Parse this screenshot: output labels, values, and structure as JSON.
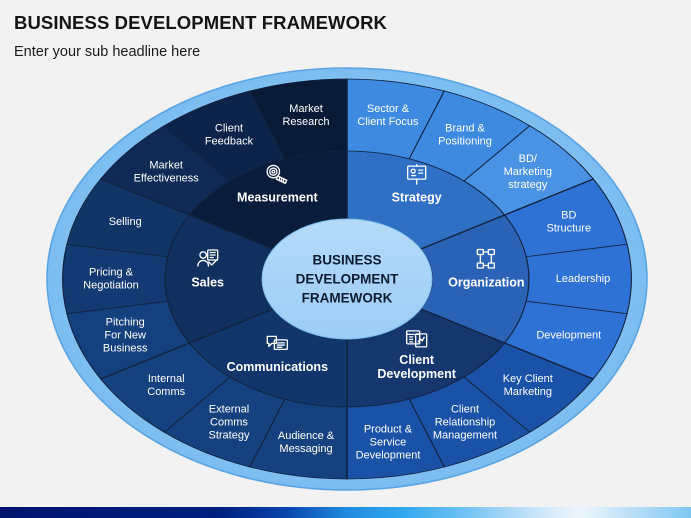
{
  "header": {
    "title": "BUSINESS DEVELOPMENT FRAMEWORK",
    "subtitle": "Enter your sub headline here"
  },
  "center": {
    "line1": "BUSINESS",
    "line2": "DEVELOPMENT",
    "line3": "FRAMEWORK",
    "fill": "#a8d2f7"
  },
  "colors": {
    "background": "#f2f2f2",
    "outer_ring_stroke": "#6fb2e8",
    "ring_fill": "#9ecdf5",
    "divider": "#12233f",
    "text": "#ffffff",
    "center_text": "#0d1b33"
  },
  "sectors": [
    {
      "key": "strategy",
      "label": "Strategy",
      "icon": "presentation-board-icon",
      "inner_fill": "#2f6fc4",
      "outer_fill": "#3d8ae0",
      "subs": [
        {
          "lines": [
            "Sector &",
            "Client Focus"
          ],
          "fill": "#3d8ae0"
        },
        {
          "lines": [
            "Brand &",
            "Positioning"
          ],
          "fill": "#3d8ae0"
        },
        {
          "lines": [
            "BD/",
            "Marketing",
            "strategy"
          ],
          "fill": "#4a93e4"
        }
      ]
    },
    {
      "key": "organization",
      "label": "Organization",
      "icon": "org-chart-icon",
      "inner_fill": "#2a62b5",
      "outer_fill": "#2f72d6",
      "subs": [
        {
          "lines": [
            "BD",
            "Structure"
          ],
          "fill": "#2f72d6"
        },
        {
          "lines": [
            "Leadership"
          ],
          "fill": "#2f72d6"
        },
        {
          "lines": [
            "Development"
          ],
          "fill": "#2f72d6"
        }
      ]
    },
    {
      "key": "client-development",
      "label": "Client Development",
      "label_lines": [
        "Client",
        "Development"
      ],
      "icon": "dashboard-icon",
      "inner_fill": "#15376e",
      "outer_fill": "#1a52a8",
      "subs": [
        {
          "lines": [
            "Key Client",
            "Marketing"
          ],
          "fill": "#1a52a8"
        },
        {
          "lines": [
            "Client",
            "Relationship",
            "Management"
          ],
          "fill": "#1a52a8"
        },
        {
          "lines": [
            "Product &",
            "Service",
            "Development"
          ],
          "fill": "#1a52a8"
        }
      ]
    },
    {
      "key": "communications",
      "label": "Communications",
      "icon": "chat-bubbles-icon",
      "inner_fill": "#12366c",
      "outer_fill": "#16417f",
      "subs": [
        {
          "lines": [
            "Audience &",
            "Messaging"
          ],
          "fill": "#16417f"
        },
        {
          "lines": [
            "External",
            "Comms",
            "Strategy"
          ],
          "fill": "#16417f"
        },
        {
          "lines": [
            "Internal",
            "Comms"
          ],
          "fill": "#16417f"
        }
      ]
    },
    {
      "key": "sales",
      "label": "Sales",
      "icon": "handshake-deal-icon",
      "inner_fill": "#10305f",
      "outer_fill": "#12386f",
      "subs": [
        {
          "lines": [
            "Pitching",
            "For New",
            "Business"
          ],
          "fill": "#15407e"
        },
        {
          "lines": [
            "Pricing &",
            "Negotiation"
          ],
          "fill": "#133a72"
        },
        {
          "lines": [
            "Selling"
          ],
          "fill": "#123568"
        }
      ]
    },
    {
      "key": "measurement",
      "label": "Measurement",
      "icon": "tape-measure-icon",
      "inner_fill": "#091c3c",
      "outer_fill": "#0e2a55",
      "subs": [
        {
          "lines": [
            "Market",
            "Effectiveness"
          ],
          "fill": "#0e2a55"
        },
        {
          "lines": [
            "Client",
            "Feedback"
          ],
          "fill": "#0c2449"
        },
        {
          "lines": [
            "Market",
            "Research"
          ],
          "fill": "#081a36"
        }
      ]
    }
  ]
}
